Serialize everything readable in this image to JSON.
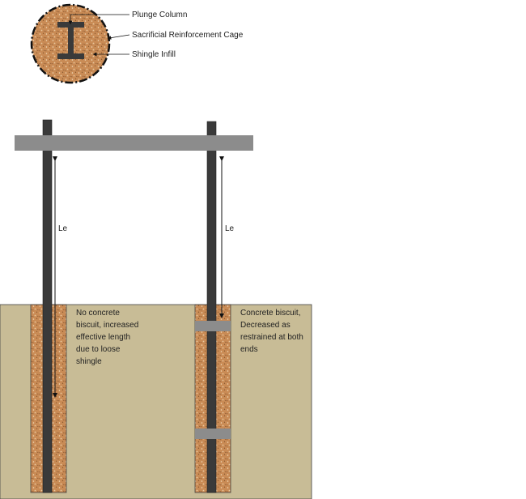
{
  "legend": {
    "plunge_column_label": "Plunge Column",
    "cage_label": "Sacrificial Reinforcement Cage",
    "infill_label": "Shingle Infill"
  },
  "left_case": {
    "length_label": "Le",
    "note_lines": [
      "No concrete",
      "biscuit, increased",
      "effective length",
      "due to loose",
      "shingle"
    ]
  },
  "right_case": {
    "length_label": "Le",
    "note_lines": [
      "Concrete biscuit,",
      "Decreased as",
      "restrained at both",
      "ends"
    ]
  },
  "colors": {
    "ground": "#c8bc96",
    "shingle": "#c98b55",
    "column": "#3a3a3a",
    "slab": "#8c8c8c",
    "biscuit": "#8c8c8c"
  }
}
